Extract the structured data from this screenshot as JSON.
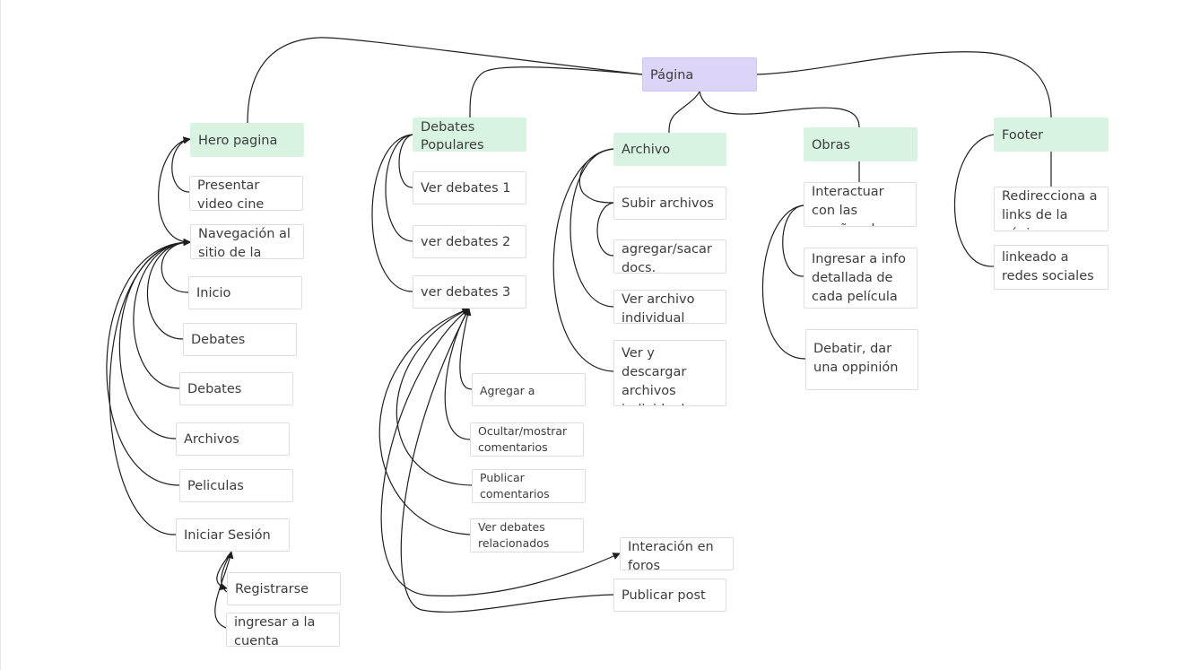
{
  "nodes": {
    "root": "Página Principal",
    "hero": "Hero pagina",
    "hero_video": "Presentar video cine liberación",
    "hero_nav": "Navegación al sitio de la pagina",
    "nav_inicio": "Inicio",
    "nav_debates_1": "Debates",
    "nav_debates_2": "Debates",
    "nav_archivos": "Archivos",
    "nav_peliculas": "Peliculas",
    "nav_login": "Iniciar Sesión",
    "login_register": "Registrarse",
    "login_account": "ingresar a la cuenta",
    "debates": "Debates Populares",
    "debates_1": "Ver debates 1",
    "debates_2": "ver debates 2",
    "debates_3": "ver debates 3",
    "debate_fav": "Agregar a favoritos",
    "debate_toggle": "Ocultar/mostrar comentarios",
    "debate_publish": "Publicar comentarios",
    "debate_related": "Ver debates relacionados",
    "forum_interaction": "Interación en foros",
    "publish_post": "Publicar post",
    "archive": "Archivo Historico",
    "archive_upload": "Subir archivos",
    "archive_docs": "agregar/sacar docs.",
    "archive_view": "Ver archivo individual",
    "archive_download": "Ver y descargar archivos individuales",
    "works": "Obras esenciales",
    "works_reviews": "Interactuar con las reseñas de cada película",
    "works_info": "Ingresar a info detallada de cada película",
    "works_debate": "Debatir, dar una oppinión",
    "footer": "Footer",
    "footer_links": "Redirecciona a links de la página",
    "footer_social": "linkeado a redes sociales"
  },
  "colors": {
    "root_fill": "#dcd5f7",
    "section_fill": "#d9f3e3",
    "node_border": "#dedede",
    "connector": "#1f1f1f"
  }
}
